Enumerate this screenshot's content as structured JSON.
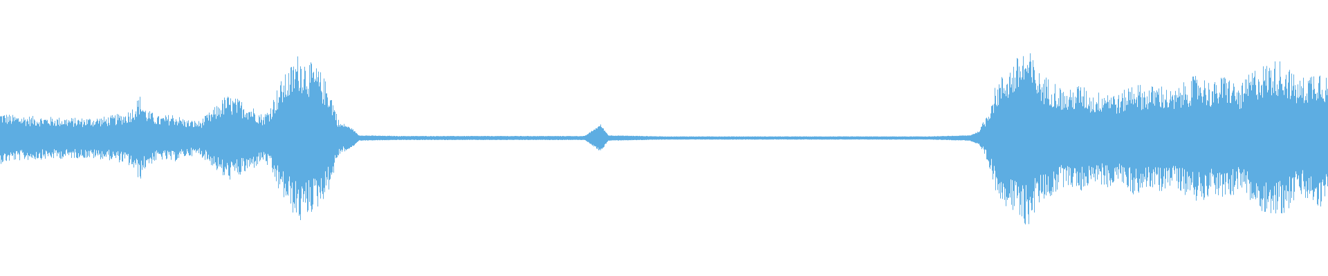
{
  "waveform": {
    "color": "#5dade2",
    "background": "#ffffff",
    "amplitude_profile": [
      [
        0.0,
        0.18
      ],
      [
        0.01,
        0.16
      ],
      [
        0.03,
        0.15
      ],
      [
        0.06,
        0.14
      ],
      [
        0.08,
        0.15
      ],
      [
        0.095,
        0.18
      ],
      [
        0.1,
        0.22
      ],
      [
        0.105,
        0.3
      ],
      [
        0.11,
        0.2
      ],
      [
        0.12,
        0.15
      ],
      [
        0.13,
        0.17
      ],
      [
        0.14,
        0.13
      ],
      [
        0.15,
        0.12
      ],
      [
        0.16,
        0.2
      ],
      [
        0.17,
        0.3
      ],
      [
        0.18,
        0.27
      ],
      [
        0.19,
        0.22
      ],
      [
        0.198,
        0.16
      ],
      [
        0.203,
        0.22
      ],
      [
        0.21,
        0.38
      ],
      [
        0.22,
        0.52
      ],
      [
        0.225,
        0.6
      ],
      [
        0.23,
        0.55
      ],
      [
        0.24,
        0.48
      ],
      [
        0.248,
        0.35
      ],
      [
        0.255,
        0.12
      ],
      [
        0.265,
        0.07
      ],
      [
        0.27,
        0.02
      ],
      [
        0.3,
        0.015
      ],
      [
        0.44,
        0.015
      ],
      [
        0.452,
        0.1
      ],
      [
        0.458,
        0.02
      ],
      [
        0.5,
        0.012
      ],
      [
        0.7,
        0.012
      ],
      [
        0.73,
        0.02
      ],
      [
        0.737,
        0.05
      ],
      [
        0.742,
        0.15
      ],
      [
        0.75,
        0.38
      ],
      [
        0.758,
        0.48
      ],
      [
        0.765,
        0.55
      ],
      [
        0.77,
        0.62
      ],
      [
        0.775,
        0.6
      ],
      [
        0.783,
        0.45
      ],
      [
        0.793,
        0.4
      ],
      [
        0.803,
        0.32
      ],
      [
        0.813,
        0.38
      ],
      [
        0.823,
        0.3
      ],
      [
        0.833,
        0.35
      ],
      [
        0.843,
        0.3
      ],
      [
        0.853,
        0.4
      ],
      [
        0.863,
        0.35
      ],
      [
        0.873,
        0.38
      ],
      [
        0.883,
        0.32
      ],
      [
        0.893,
        0.4
      ],
      [
        0.903,
        0.45
      ],
      [
        0.913,
        0.38
      ],
      [
        0.923,
        0.45
      ],
      [
        0.933,
        0.35
      ],
      [
        0.943,
        0.48
      ],
      [
        0.953,
        0.52
      ],
      [
        0.963,
        0.55
      ],
      [
        0.97,
        0.5
      ],
      [
        0.977,
        0.4
      ],
      [
        0.985,
        0.45
      ],
      [
        0.993,
        0.5
      ],
      [
        1.0,
        0.42
      ]
    ]
  }
}
